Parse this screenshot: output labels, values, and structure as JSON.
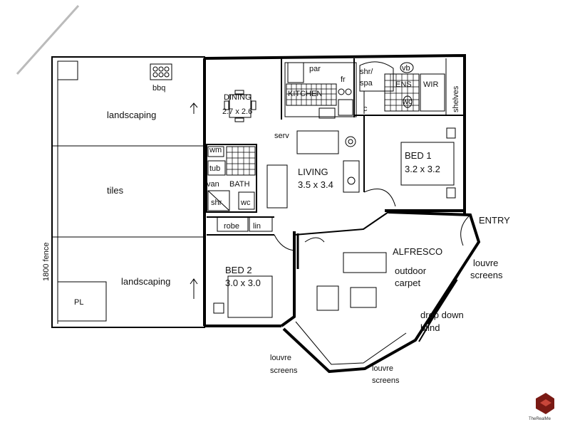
{
  "rooms": {
    "landscaping_top": "landscaping",
    "bbq": "bbq",
    "tiles": "tiles",
    "landscaping_bottom": "landscaping",
    "pl": "PL",
    "fence": "1800 fence",
    "dining": "DINING",
    "dining_size": "2.7 x 2.6",
    "kitchen": "KITCHEN",
    "par": "par",
    "fr": "fr",
    "c": "c",
    "serv": "serv",
    "shr_spa": "shr/",
    "spa": "spa",
    "vb": "vb",
    "ens": "ENS",
    "wir": "WIR",
    "wc_ens": "wc",
    "shelves": "shelves",
    "living": "LIVING",
    "living_size": "3.5 x 3.4",
    "wm": "wm",
    "tub": "tub",
    "van": "van",
    "bath": "BATH",
    "shr": "shr",
    "wc": "wc",
    "robe": "robe",
    "lin": "lin",
    "bed1": "BED 1",
    "bed1_size": "3.2 x 3.2",
    "entry": "ENTRY",
    "alfresco": "ALFRESCO",
    "outdoor": "outdoor",
    "carpet": "carpet",
    "louvre_right_1": "louvre",
    "louvre_right_2": "screens",
    "dropdown_1": "drop down",
    "dropdown_2": "blind",
    "bed2": "BED 2",
    "bed2_size": "3.0 x 3.0",
    "louvre_bl_1": "louvre",
    "louvre_bl_2": "screens",
    "louvre_bc_1": "louvre",
    "louvre_bc_2": "screens"
  },
  "watermark": "TheRealMe"
}
